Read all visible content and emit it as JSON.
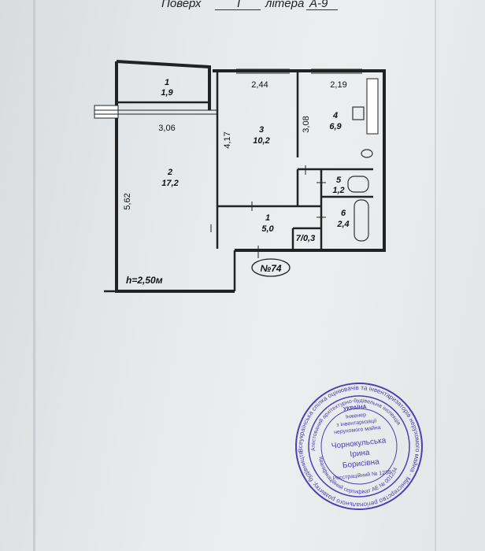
{
  "header": {
    "floor_label": "Поверх",
    "floor_value": "I",
    "letter_label": "літера",
    "letter_value": "А-9"
  },
  "rooms": [
    {
      "id": "r1",
      "number": "1",
      "area": "1,9"
    },
    {
      "id": "r2",
      "number": "2",
      "area": "17,2"
    },
    {
      "id": "r3",
      "number": "3",
      "area": "10,2"
    },
    {
      "id": "r4",
      "number": "4",
      "area": "6,9"
    },
    {
      "id": "r5",
      "number": "5",
      "area": "1,2"
    },
    {
      "id": "r6",
      "number": "6",
      "area": "2,4"
    },
    {
      "id": "r7",
      "number": "1",
      "area": "5,0"
    },
    {
      "id": "r8",
      "label": "7/0,3"
    }
  ],
  "dimensions": {
    "d1": "2,44",
    "d2": "2,19",
    "d3": "3,06",
    "d4": "4,17",
    "d5": "3,08",
    "d6": "5,62"
  },
  "height_label": "h=2,50м",
  "apartment_label": "№74",
  "stamp": {
    "outer_text": "Всеукраїнська спілка оцінювачів та інвентаризаторів нерухомого майна · Міністерство регіонального розвитку, будівництва та житлово-комунального господарства України ·",
    "inner_top": "Атестований архітектурно-будівельна інспекція",
    "inner_bottom": "Кваліфікаційний сертифікат АЕ № 001234",
    "country": "УКРАЇНА",
    "role_lines": [
      "Інженер",
      "з інвентаризації",
      "нерухомого майна"
    ],
    "name_lines": [
      "Чорнокульська",
      "Ірина",
      "Борисівна"
    ],
    "registration": "Реєстраційний № 1238",
    "color": "#4a3fb5"
  }
}
